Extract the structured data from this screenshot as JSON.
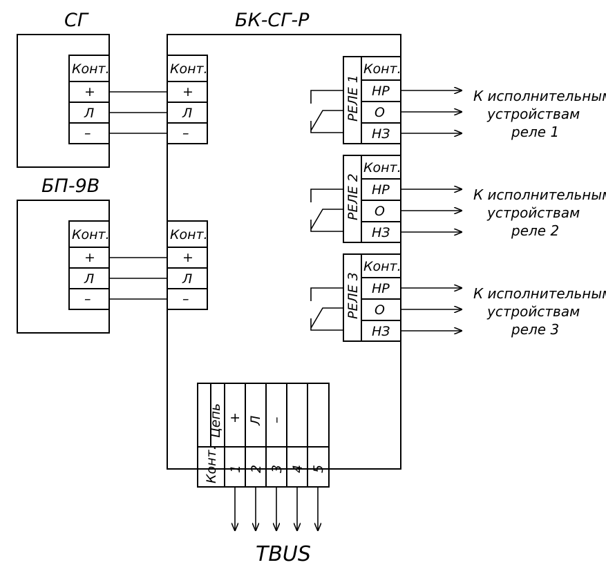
{
  "titles": {
    "sg": "СГ",
    "bp": "БП-9В",
    "bk": "БК-СГ-Р",
    "bus": "TBUS"
  },
  "terminal_block": {
    "header": "Конт.",
    "pins": [
      "+",
      "Л",
      "–"
    ]
  },
  "relays": [
    {
      "name": "РЕЛЕ 1",
      "header": "Конт.",
      "pins": [
        "НР",
        "О",
        "НЗ"
      ],
      "dest": [
        "К исполнительным",
        "устройствам",
        "реле 1"
      ]
    },
    {
      "name": "РЕЛЕ 2",
      "header": "Конт.",
      "pins": [
        "НР",
        "О",
        "НЗ"
      ],
      "dest": [
        "К исполнительным",
        "устройствам",
        "реле 2"
      ]
    },
    {
      "name": "РЕЛЕ 3",
      "header": "Конт.",
      "pins": [
        "НР",
        "О",
        "НЗ"
      ],
      "dest": [
        "К исполнительным",
        "устройствам",
        "реле 3"
      ]
    }
  ],
  "connector": {
    "row_circuit": "Цепь",
    "row_contact": "Конт.",
    "circuits": [
      "+",
      "Л",
      "–",
      "",
      ""
    ],
    "contacts": [
      "1",
      "2",
      "3",
      "4",
      "5"
    ]
  }
}
